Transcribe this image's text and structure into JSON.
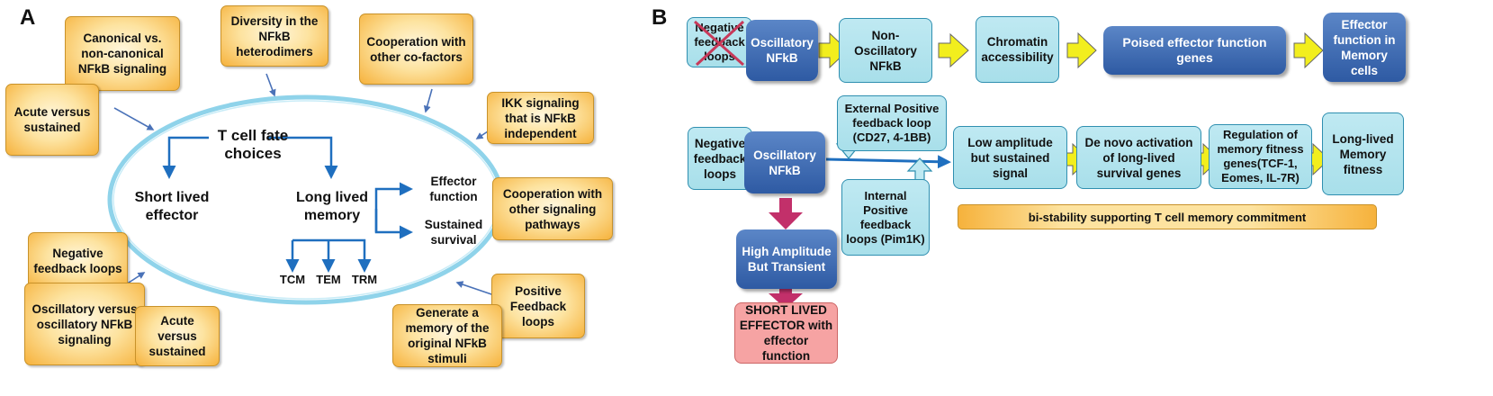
{
  "panel_a": {
    "letter": "A",
    "center_title": "T cell fate choices",
    "short_lived": "Short lived effector",
    "long_lived": "Long lived memory",
    "effector_function": "Effector function",
    "sustained_survival": "Sustained survival",
    "tcm": "TCM",
    "tem": "TEM",
    "trm": "TRM",
    "boxes": {
      "canonical": "Canonical vs. non-canonical NFkB signaling",
      "diversity": "Diversity in the NFkB heterodimers",
      "cooperation_cofactors": "Cooperation with other co-factors",
      "acute_sustained_top": "Acute versus sustained",
      "ikk": "IKK signaling that is NFkB independent",
      "cooperation_pathways": "Cooperation with other signaling pathways",
      "negative_feedback": "Negative feedback loops",
      "oscillatory_vs": "Oscillatory versus oscillatory NFkB signaling",
      "acute_sustained_bottom": "Acute versus sustained",
      "positive_feedback": "Positive Feedback loops",
      "generate_memory": "Generate a memory of the original NFkB stimuli"
    }
  },
  "panel_b": {
    "letter": "B",
    "top_row": {
      "negative_feedback": "Negative feedback loops",
      "oscillatory": "Oscillatory NFkB",
      "non_oscillatory": "Non-Oscillatory NFkB",
      "chromatin": "Chromatin accessibility",
      "poised": "Poised effector function genes",
      "effector_memory": "Effector function in Memory cells"
    },
    "bottom": {
      "negative_feedback": "Negative feedback loops",
      "oscillatory": "Oscillatory NFkB",
      "external_positive": "External Positive feedback loop (CD27, 4-1BB)",
      "internal_positive": "Internal Positive feedback loops (Pim1K)",
      "high_amplitude": "High Amplitude But Transient",
      "short_lived_effector": "SHORT LIVED EFFECTOR with effector function",
      "low_amplitude": "Low amplitude but sustained signal",
      "de_novo": "De novo activation of long-lived survival genes",
      "regulation": "Regulation of memory fitness genes(TCF-1, Eomes, IL-7R)",
      "long_lived_fitness": "Long-lived Memory fitness",
      "bistability": "bi-stability supporting T cell memory commitment"
    }
  },
  "colors": {
    "ellipse_stroke": "#8fd3ea",
    "arrow_blue": "#1f6fbf",
    "yellow_arrow": "#f2ee1e",
    "magenta_arrow": "#c2306a",
    "cross_red": "#c83a5a"
  }
}
